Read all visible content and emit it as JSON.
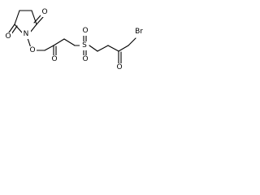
{
  "molecule": {
    "atoms": {
      "o_ketone_top": "O",
      "o_imide_bottom": "O",
      "n_imide": "N",
      "o_ester_link": "O",
      "o_ester_carbonyl": "O",
      "s_sulfonyl": "S",
      "o_sulfonyl_top": "O",
      "o_sulfonyl_bottom": "O",
      "o_ketone": "O",
      "br": "Br"
    }
  }
}
